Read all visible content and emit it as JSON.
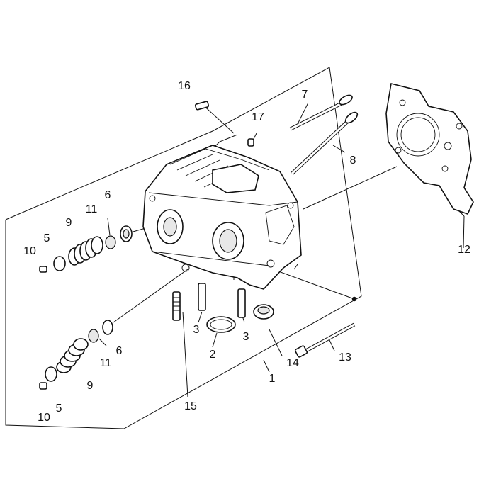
{
  "callouts": {
    "c1": "1",
    "c2": "2",
    "c3a": "3",
    "c3b": "3",
    "c5a": "5",
    "c5b": "5",
    "c6a": "6",
    "c6b": "6",
    "c7": "7",
    "c8": "8",
    "c9a": "9",
    "c9b": "9",
    "c10a": "10",
    "c10b": "10",
    "c11a": "11",
    "c11b": "11",
    "c12": "12",
    "c13": "13",
    "c14": "14",
    "c15": "15",
    "c16": "16",
    "c17": "17"
  }
}
